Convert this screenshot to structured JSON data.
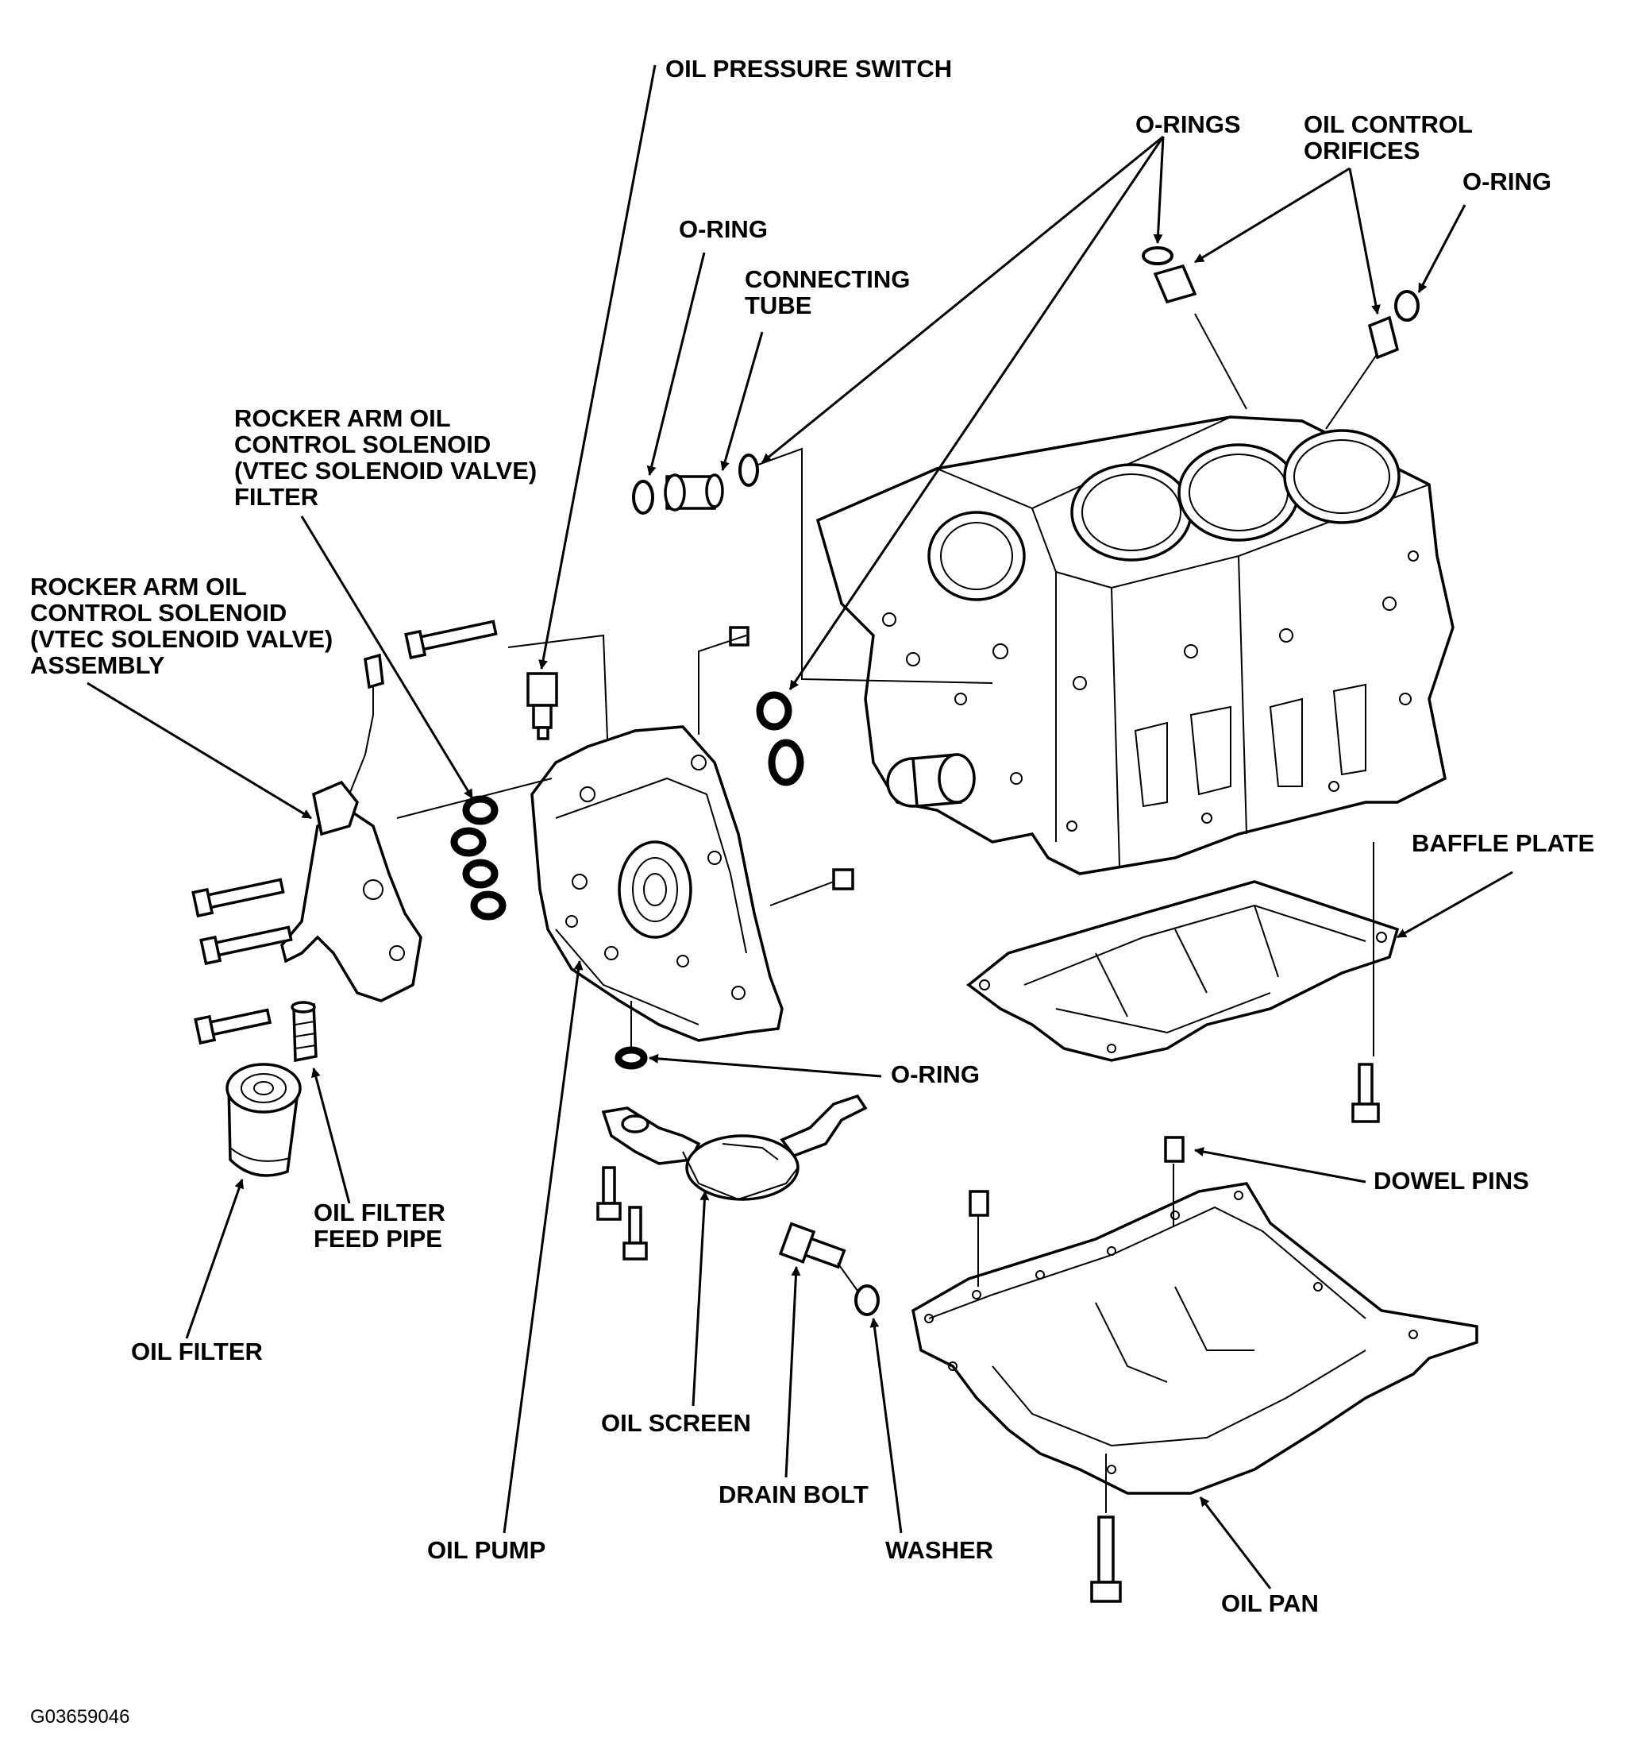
{
  "labels": {
    "oil_pressure_switch": "OIL PRESSURE SWITCH",
    "o_rings_top": "O-RINGS",
    "oil_control_orifices": [
      "OIL CONTROL",
      "ORIFICES"
    ],
    "o_ring_top_right": "O-RING",
    "o_ring_left": "O-RING",
    "connecting_tube": [
      "CONNECTING",
      "TUBE"
    ],
    "rocker_filter": [
      "ROCKER ARM OIL",
      "CONTROL SOLENOID",
      "(VTEC SOLENOID VALVE)",
      "FILTER"
    ],
    "rocker_assembly": [
      "ROCKER ARM OIL",
      "CONTROL SOLENOID",
      "(VTEC SOLENOID VALVE)",
      "ASSEMBLY"
    ],
    "baffle_plate": "BAFFLE PLATE",
    "o_ring_screen": "O-RING",
    "dowel_pins": "DOWEL PINS",
    "oil_filter_feed_pipe": [
      "OIL FILTER",
      "FEED PIPE"
    ],
    "oil_filter": "OIL FILTER",
    "oil_screen": "OIL SCREEN",
    "drain_bolt": "DRAIN BOLT",
    "oil_pump": "OIL PUMP",
    "washer": "WASHER",
    "oil_pan": "OIL PAN"
  },
  "figure_id": "G03659046"
}
